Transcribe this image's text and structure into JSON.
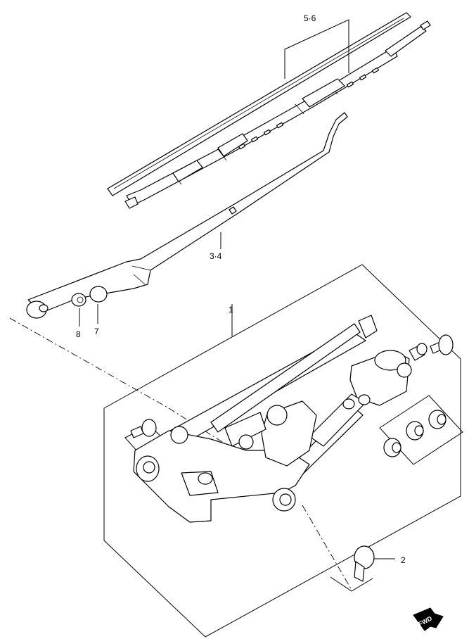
{
  "callouts": {
    "c1": "1",
    "c2": "2",
    "c34": "3·4",
    "c56": "5·6",
    "c7": "7",
    "c8": "8"
  },
  "direction_badge": "FWD"
}
